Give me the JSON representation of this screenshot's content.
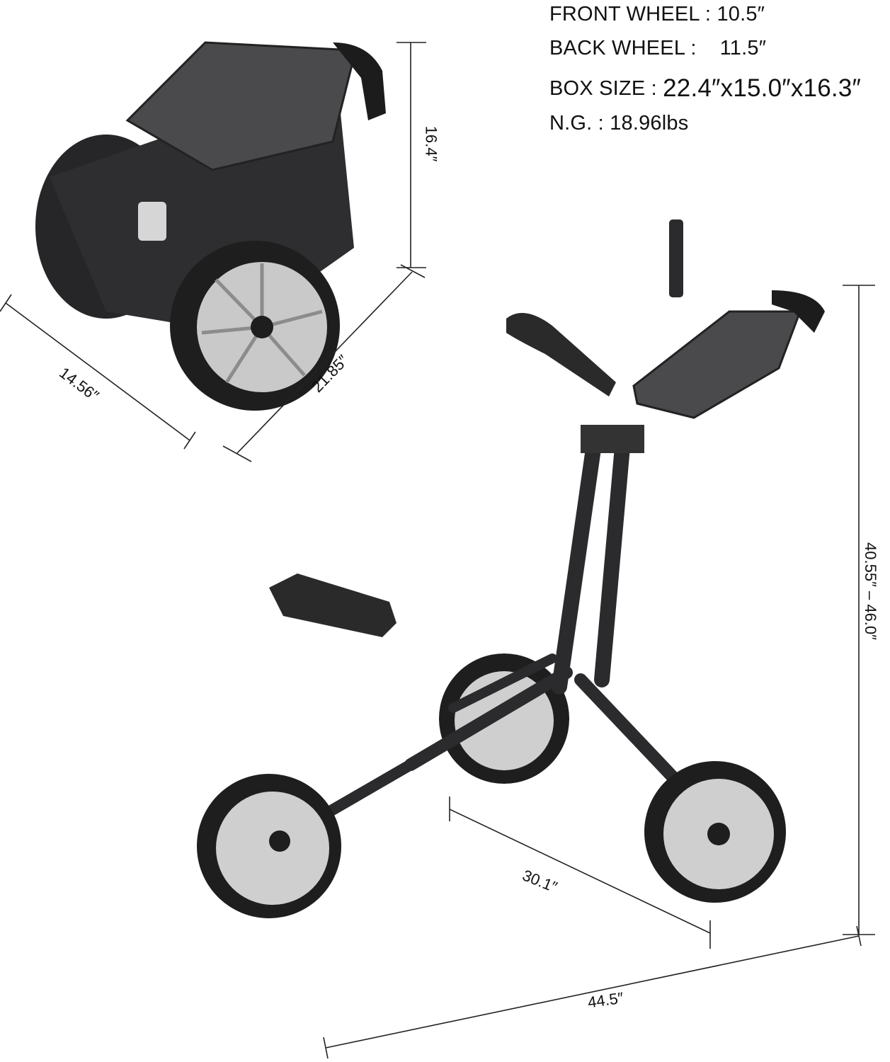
{
  "specs": {
    "front_wheel": {
      "label": "FRONT WHEEL : ",
      "value": "10.5″"
    },
    "back_wheel": {
      "label": "BACK WHEEL :    ",
      "value": "11.5″"
    },
    "box_size": {
      "label": "BOX SIZE : ",
      "value": "22.4″x15.0″x16.3″"
    },
    "net_weight": {
      "label": "N.G. : ",
      "value": "18.96lbs"
    }
  },
  "folded_dimensions": {
    "height": "16.4″",
    "width": "14.56″",
    "length": "21.85″"
  },
  "unfolded_dimensions": {
    "height": "40.55″ – 46.0″",
    "wheelbase": "30.1″",
    "length": "44.5″"
  },
  "colors": {
    "frame": "#2b2b2d",
    "wheel_rim": "#c9c9c9",
    "tire": "#1e1e1e",
    "line": "#222222"
  }
}
